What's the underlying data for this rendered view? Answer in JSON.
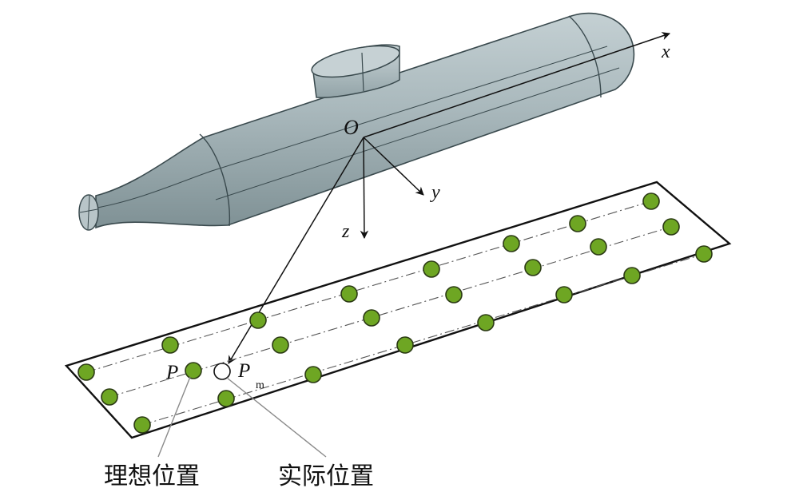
{
  "axes": {
    "origin": "O",
    "x": "x",
    "y": "y",
    "z": "z"
  },
  "points": {
    "ideal": "P",
    "actual_main": "P",
    "actual_sub": "m"
  },
  "captions": {
    "ideal": "理想位置",
    "actual": "实际位置"
  },
  "colors": {
    "hull": "#9fb0b4",
    "hull_edge": "#3a4a4e",
    "marker_fill": "#6ea623",
    "marker_stroke": "#2b3a14",
    "line": "#111111",
    "leader": "#8a8a8a"
  },
  "array": {
    "rows": 3,
    "markers_per_row": [
      8,
      8,
      8
    ]
  }
}
